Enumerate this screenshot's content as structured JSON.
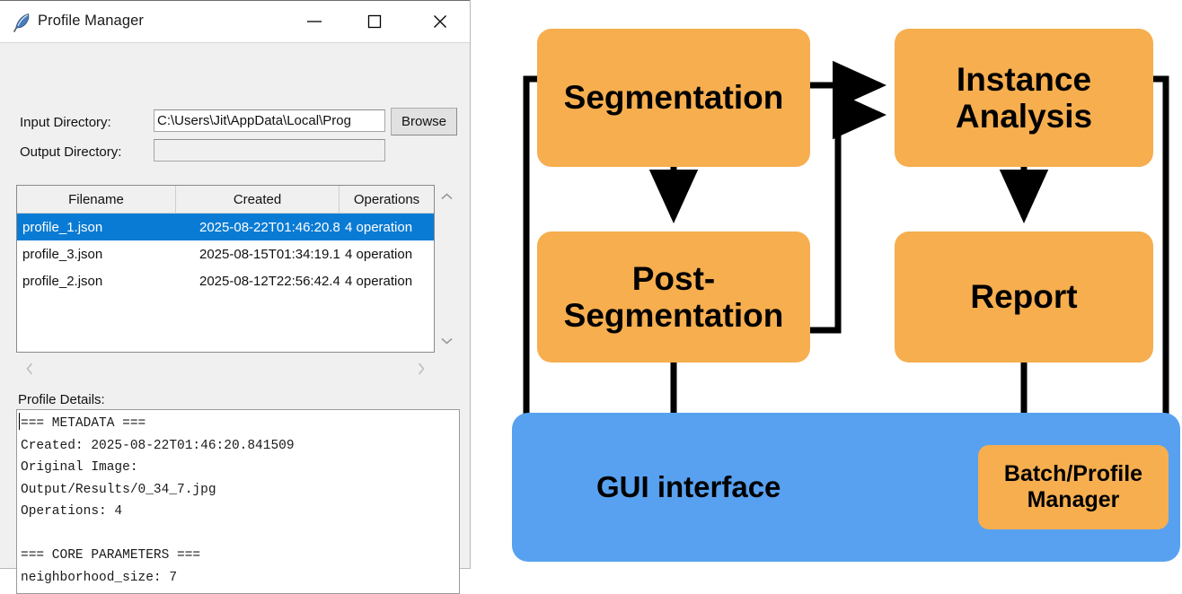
{
  "window": {
    "title": "Profile Manager",
    "icon": "feather-icon",
    "controls": {
      "minimize": "minimize-icon",
      "maximize": "maximize-icon",
      "close": "close-icon"
    },
    "form": {
      "input_label": "Input Directory:",
      "input_value": "C:\\Users\\Jit\\AppData\\Local\\Prog",
      "output_label": "Output Directory:",
      "output_value": "",
      "output_placeholder": "",
      "browse_label": "Browse"
    },
    "table": {
      "columns": [
        "Filename",
        "Created",
        "Operations"
      ],
      "rows": [
        {
          "filename": "profile_1.json",
          "created": "2025-08-22T01:46:20.8",
          "operations": "4 operation",
          "selected": true
        },
        {
          "filename": "profile_3.json",
          "created": "2025-08-15T01:34:19.1",
          "operations": "4 operation",
          "selected": false
        },
        {
          "filename": "profile_2.json",
          "created": "2025-08-12T22:56:42.4",
          "operations": "4 operation",
          "selected": false
        }
      ],
      "selected_row_color": "#0a7bd4"
    },
    "details": {
      "label": "Profile Details:",
      "text": "=== METADATA ===\nCreated: 2025-08-22T01:46:20.841509\nOriginal Image:\nOutput/Results/0_34_7.jpg\nOperations: 4\n\n=== CORE PARAMETERS ===\nneighborhood_size: 7"
    }
  },
  "diagram": {
    "colors": {
      "node": "#f6ae4f",
      "panel": "#58a1f0",
      "connector": "#000000"
    },
    "nodes": {
      "segmentation": "Segmentation",
      "instance_analysis": "Instance\nAnalysis",
      "post_segmentation": "Post-\nSegmentation",
      "report": "Report",
      "gui": "GUI interface",
      "batch": "Batch/Profile\nManager"
    }
  }
}
